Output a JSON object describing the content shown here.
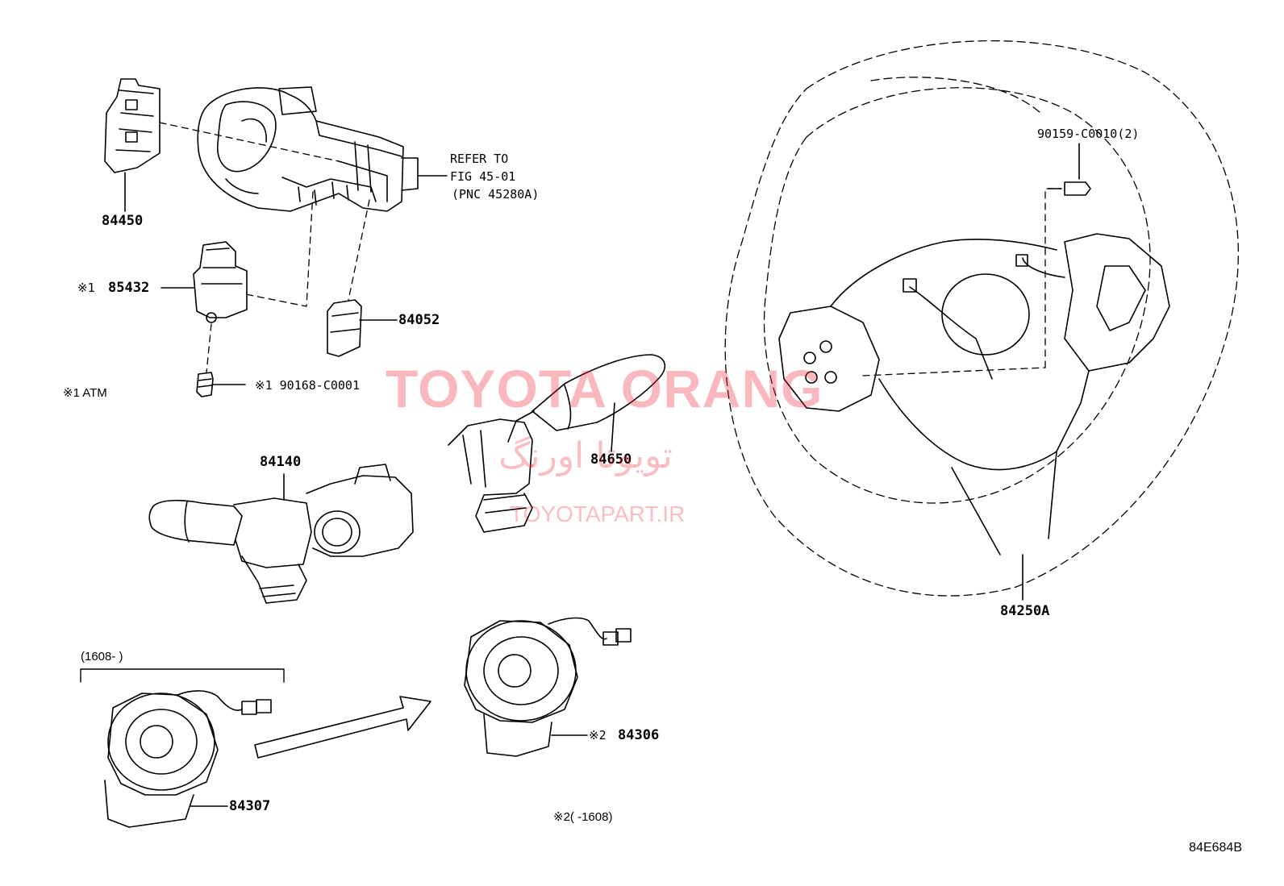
{
  "diagram": {
    "code": "84E684B",
    "watermark": {
      "brand": "TOYOTA ORANG",
      "persian": "تویوتا اورنگ",
      "url": "TOYOTAPART.IR"
    },
    "parts": {
      "p84450": "84450",
      "p85432": "85432",
      "p85432_mark": "※1",
      "p84052": "84052",
      "p90168": "※1 90168-C0001",
      "p84140": "84140",
      "p84650": "84650",
      "p84250A": "84250A",
      "p90159": "90159-C0010(2)",
      "p84306": "84306",
      "p84306_mark": "※2",
      "p84307": "84307"
    },
    "refer": {
      "line1": "REFER TO",
      "line2": "FIG 45-01",
      "line3": "(PNC 45280A)"
    },
    "notes": {
      "atm": "※1 ATM",
      "range_new": "(1608-      )",
      "range_old": "※2(      -1608)"
    }
  }
}
